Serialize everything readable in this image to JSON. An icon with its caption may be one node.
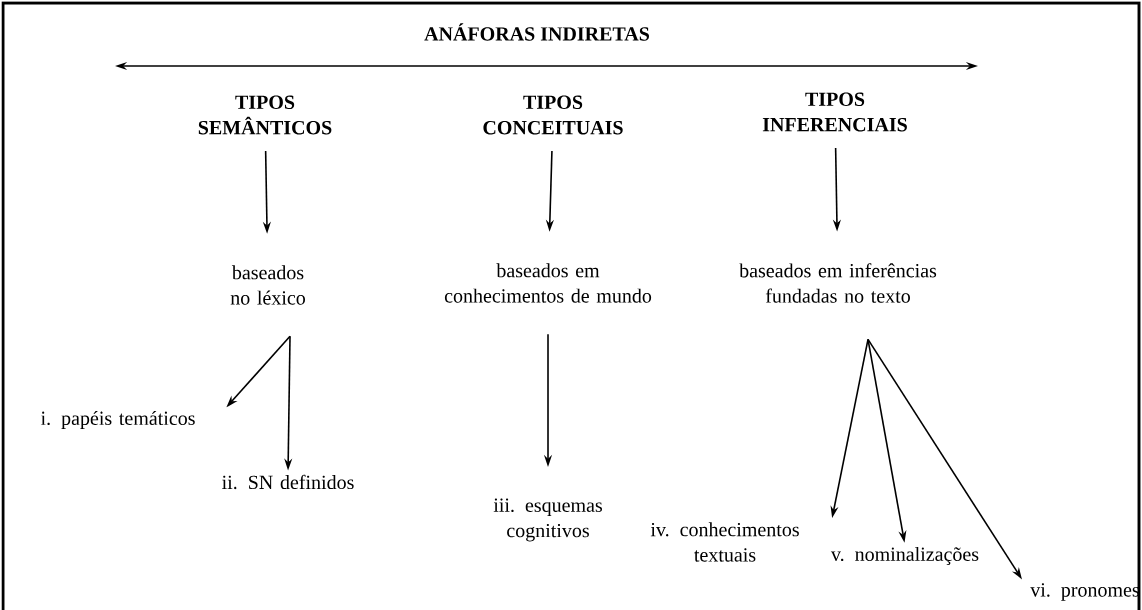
{
  "diagram": {
    "title": "ANÁFORAS INDIRETAS",
    "nodes": [
      {
        "text": [
          "TIPOS SEMÂNTICOS"
        ]
      },
      {
        "text": [
          "TIPOS CONCEITUAIS"
        ]
      },
      {
        "text": [
          "TIPOS INFERENCIAIS"
        ]
      },
      {
        "text": [
          "baseados no léxico"
        ]
      },
      {
        "text": [
          "baseados em conhecimentos de mundo"
        ]
      },
      {
        "text": [
          "baseados em inferências fundadas no texto"
        ]
      },
      {
        "text": [
          "i. papéis temáticos"
        ]
      },
      {
        "text": [
          "ii. SN definidos"
        ]
      },
      {
        "text": [
          "iii. esquemas cognitivos"
        ]
      },
      {
        "text": [
          "iv. conhecimentos textuais"
        ]
      },
      {
        "text": [
          "v. nominalizações"
        ]
      },
      {
        "text": [
          "vi. pronomes"
        ]
      }
    ],
    "edges": [
      {
        "from": 0,
        "to": 3,
        "arrow": "to"
      },
      {
        "from": 1,
        "to": 4,
        "arrow": "to"
      },
      {
        "from": 2,
        "to": 5,
        "arrow": "to"
      },
      {
        "from": 3,
        "to": 6,
        "arrow": "to"
      },
      {
        "from": 3,
        "to": 7,
        "arrow": "to"
      },
      {
        "from": 4,
        "to": 8,
        "arrow": "to"
      },
      {
        "from": 5,
        "to": 9,
        "arrow": "to"
      },
      {
        "from": 5,
        "to": 10,
        "arrow": "to"
      },
      {
        "from": 5,
        "to": 11,
        "arrow": "to"
      }
    ]
  }
}
